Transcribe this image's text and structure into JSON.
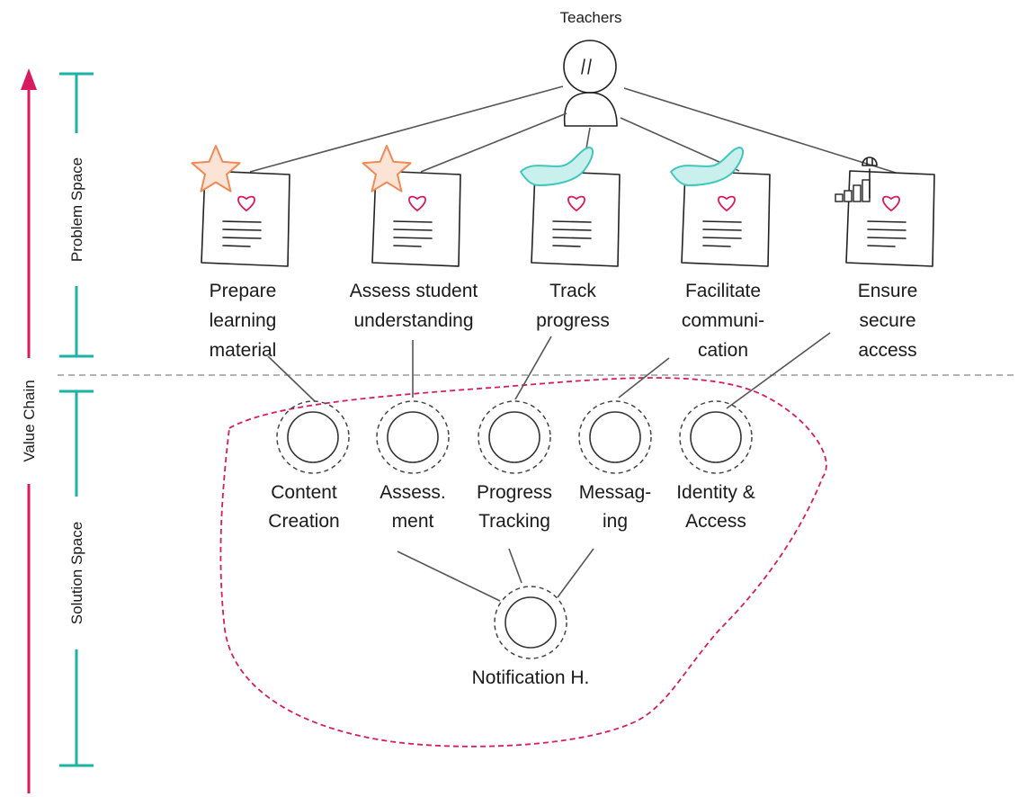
{
  "title": "",
  "actor": {
    "label": "Teachers",
    "icon": "teacher-person-icon"
  },
  "value_chain_label": "Value Chain",
  "problem_space_label": "Problem Space",
  "solution_space_label": "Solution Space",
  "colors": {
    "value_chain_arrow": "#d81b60",
    "space_brackets": "#1ab3a6",
    "solution_boundary": "#d81b60",
    "star": "#f08a55",
    "hand": "#3fc7bd",
    "heart": "#d81b60"
  },
  "needs": [
    {
      "id": "prepare",
      "lines": [
        "Prepare",
        "learning",
        "material"
      ],
      "badge": "star-icon"
    },
    {
      "id": "assess",
      "lines": [
        "Assess student",
        "understanding"
      ],
      "badge": "star-icon"
    },
    {
      "id": "track",
      "lines": [
        "Track",
        "progress"
      ],
      "badge": "helping-hand-icon"
    },
    {
      "id": "communicate",
      "lines": [
        "Facilitate",
        "communi-",
        "cation"
      ],
      "badge": "helping-hand-icon"
    },
    {
      "id": "secure",
      "lines": [
        "Ensure",
        "secure",
        "access"
      ],
      "badge": "wrench-chart-icon"
    }
  ],
  "components": [
    {
      "id": "content",
      "lines": [
        "Content",
        "Creation"
      ]
    },
    {
      "id": "assessment",
      "lines": [
        "Assess.",
        "ment"
      ]
    },
    {
      "id": "progress",
      "lines": [
        "Progress",
        "Tracking"
      ]
    },
    {
      "id": "messaging",
      "lines": [
        "Messag-",
        "ing"
      ]
    },
    {
      "id": "identity",
      "lines": [
        "Identity &",
        "Access"
      ]
    },
    {
      "id": "notification",
      "lines": [
        "Notification H."
      ]
    }
  ]
}
